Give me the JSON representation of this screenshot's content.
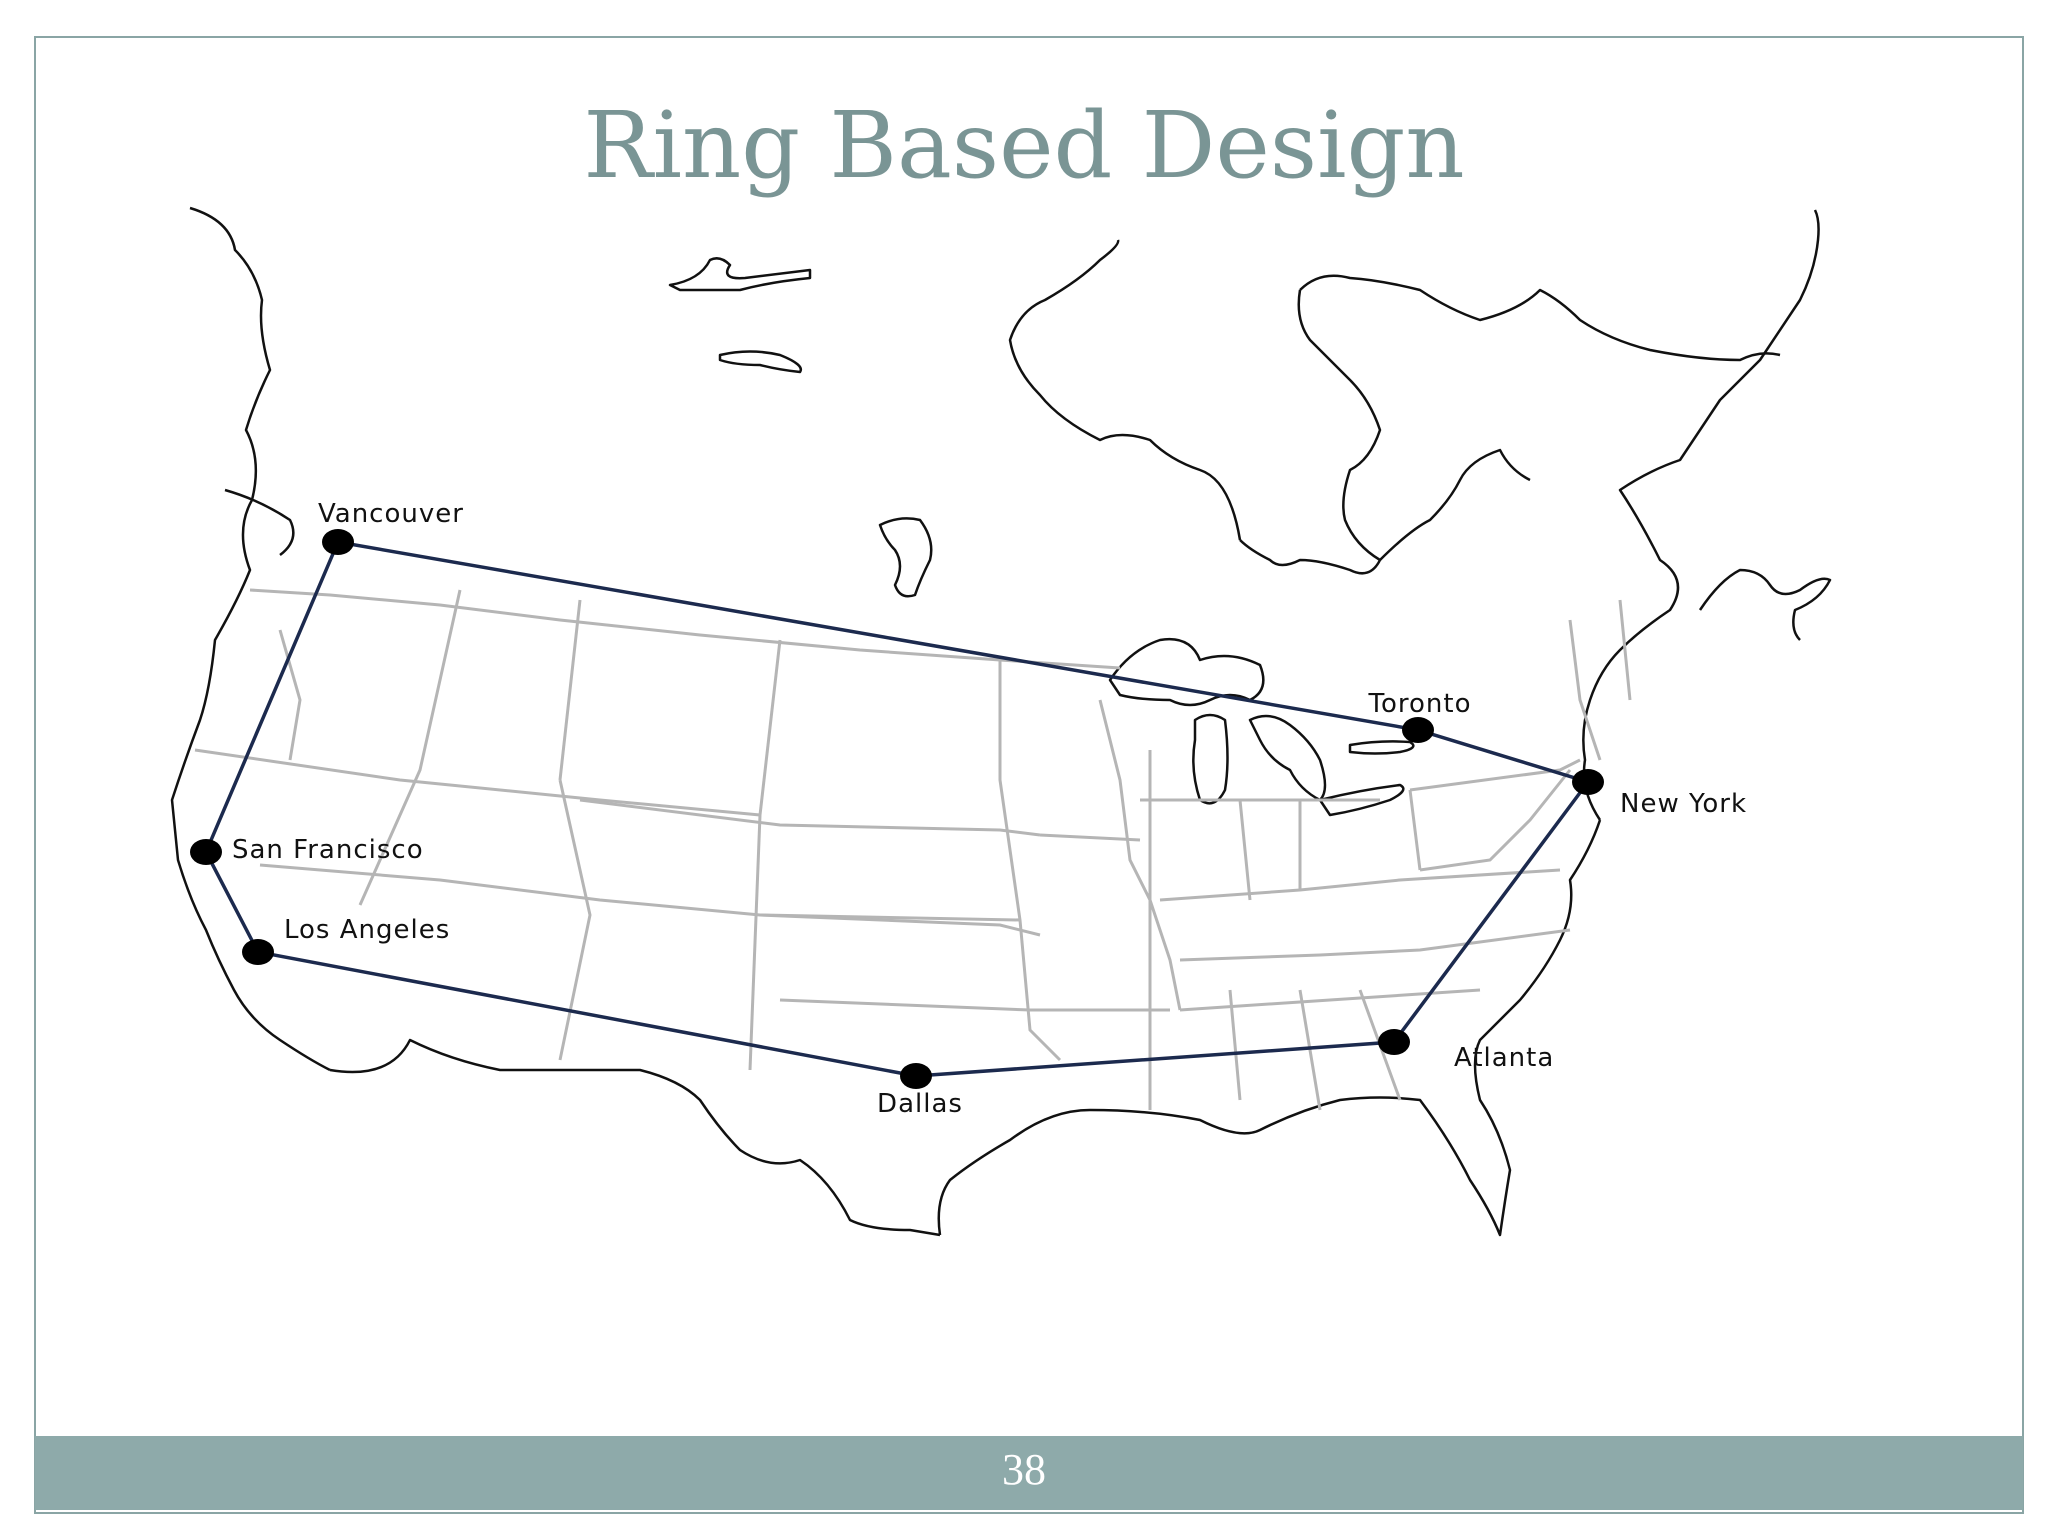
{
  "slide": {
    "title": "Ring Based Design",
    "page_number": "38"
  },
  "colors": {
    "title": "#7a9595",
    "footer": "#8eaaaa",
    "ring_line": "#1c2a4e",
    "state_borders": "#b5b5b5"
  },
  "map": {
    "cities": [
      {
        "id": "vancouver",
        "label": "Vancouver"
      },
      {
        "id": "san-francisco",
        "label": "San Francisco"
      },
      {
        "id": "los-angeles",
        "label": "Los Angeles"
      },
      {
        "id": "dallas",
        "label": "Dallas"
      },
      {
        "id": "atlanta",
        "label": "Atlanta"
      },
      {
        "id": "new-york",
        "label": "New York"
      },
      {
        "id": "toronto",
        "label": "Toronto"
      }
    ],
    "ring_order": [
      "vancouver",
      "toronto",
      "new-york",
      "atlanta",
      "dallas",
      "los-angeles",
      "san-francisco",
      "vancouver"
    ]
  }
}
